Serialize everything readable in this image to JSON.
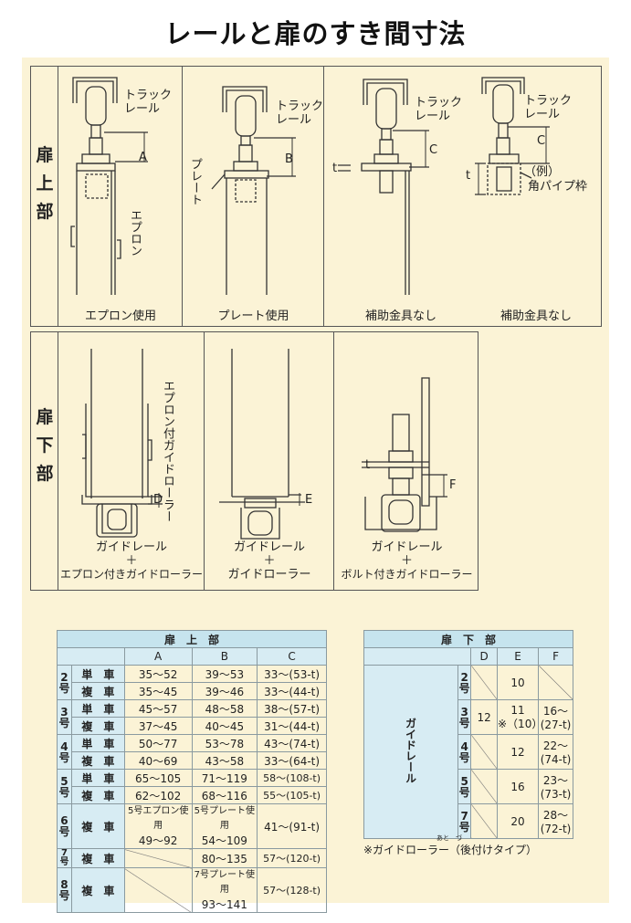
{
  "title": "レールと扉のすき間寸法",
  "top_section": {
    "label": [
      "扉",
      "上",
      "部"
    ],
    "captions": [
      "エプロン使用",
      "プレート使用",
      "補助金具なし",
      "補助金具なし"
    ],
    "track_rail": [
      "トラック",
      "レール"
    ],
    "dims": {
      "a": "A",
      "b": "B",
      "c": "C",
      "t": "t"
    },
    "apron": "エプロン",
    "plate": "プレート",
    "example": "（例）",
    "square_pipe": "角パイプ枠"
  },
  "bottom_section": {
    "label": [
      "扉",
      "下",
      "部"
    ],
    "apron_guide_roller": "エプロン付ガイドローラー",
    "dims": {
      "d": "D",
      "e": "E",
      "f": "F",
      "t": "t"
    },
    "guide_rail": "ガイドレール",
    "plus": "＋",
    "captions": [
      "エプロン付きガイドローラー",
      "ガイドローラー",
      "ボルト付きガイドローラー"
    ]
  },
  "table_top": {
    "header": "扉　上　部",
    "cols": [
      "A",
      "B",
      "C"
    ],
    "single": "単　車",
    "double": "複　車",
    "g2": [
      "2",
      "号"
    ],
    "g3": [
      "3",
      "号"
    ],
    "g4": [
      "4",
      "号"
    ],
    "g5": [
      "5",
      "号"
    ],
    "g6": [
      "6",
      "号"
    ],
    "g7": [
      "7",
      "号"
    ],
    "g8": [
      "8",
      "号"
    ],
    "r2s": [
      "35～52",
      "39～53",
      "33～(53-t)"
    ],
    "r2d": [
      "35～45",
      "39～46",
      "33～(44-t)"
    ],
    "r3s": [
      "45～57",
      "48～58",
      "38～(57-t)"
    ],
    "r3d": [
      "37～45",
      "40～45",
      "31～(44-t)"
    ],
    "r4s": [
      "50～77",
      "53～78",
      "43～(74-t)"
    ],
    "r4d": [
      "40～69",
      "43～58",
      "33～(64-t)"
    ],
    "r5s": [
      "65～105",
      "71～119",
      "58～(108-t)"
    ],
    "r5d": [
      "62～102",
      "68～116",
      "55～(105-t)"
    ],
    "r6d": {
      "a1": "5号エプロン使用",
      "a2": "49～92",
      "b1": "5号プレート使用",
      "b2": "54～109",
      "c": "41～(91-t)"
    },
    "r7d": {
      "b": "80～135",
      "c": "57～(120-t)"
    },
    "r8d": {
      "b1": "7号プレート使用",
      "b2": "93～141",
      "c": "57～(128-t)"
    }
  },
  "table_bottom": {
    "header": "扉　下　部",
    "cols": [
      "D",
      "E",
      "F"
    ],
    "side": "ガイドレール",
    "g2": [
      "2",
      "号"
    ],
    "g3": [
      "3",
      "号"
    ],
    "g4": [
      "4",
      "号"
    ],
    "g5": [
      "5",
      "号"
    ],
    "g7": [
      "7",
      "号"
    ],
    "d_all": "12",
    "e2": "10",
    "e3a": "11",
    "e3b": "※（10）",
    "f3": "16～(27-t)",
    "e4": "12",
    "f4": "22～(74-t)",
    "e5": "16",
    "f5": "23～(73-t)",
    "e7": "20",
    "f7": "28～(72-t)"
  },
  "note": "※ガイドローラー（後付けタイプ）",
  "note_ruby": "あと　づ"
}
